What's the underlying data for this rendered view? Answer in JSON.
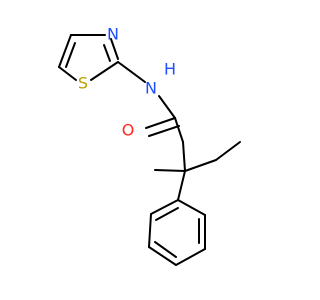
{
  "molecule": {
    "atoms": {
      "sulfur": {
        "label": "S",
        "color": "#b8a000"
      },
      "thiazole_nitrogen": {
        "label": "N",
        "color": "#1f4dff"
      },
      "amide_nitrogen": {
        "label": "N",
        "color": "#1f4dff"
      },
      "amide_hydrogen": {
        "label": "H",
        "color": "#1f4dff"
      },
      "carbonyl_oxygen": {
        "label": "O",
        "color": "#ff2a1f"
      }
    }
  }
}
